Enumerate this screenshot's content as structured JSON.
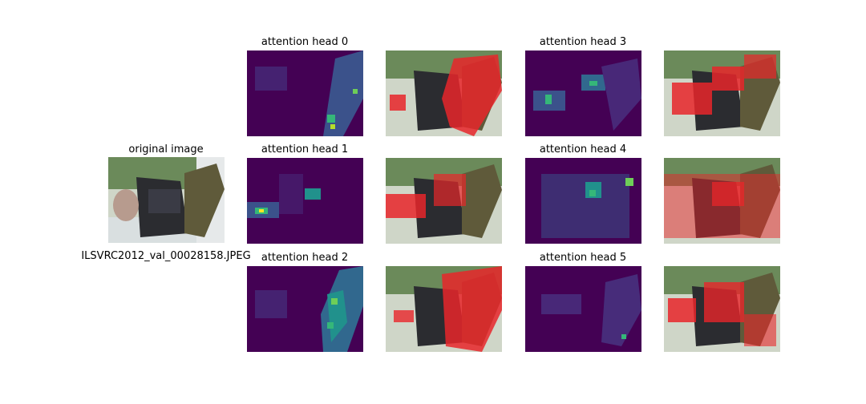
{
  "original": {
    "title": "original image",
    "filename": "ILSVRC2012_val_00028158.JPEG"
  },
  "heads": [
    {
      "title": "attention head 0"
    },
    {
      "title": "attention head 1"
    },
    {
      "title": "attention head 2"
    },
    {
      "title": "attention head 3"
    },
    {
      "title": "attention head 4"
    },
    {
      "title": "attention head 5"
    }
  ],
  "colors": {
    "heatmap_background": "#440154",
    "heatmap_mid": "#31688e",
    "heatmap_high": "#35b779",
    "heatmap_peak": "#fde725",
    "overlay_red": "#e8262a"
  }
}
